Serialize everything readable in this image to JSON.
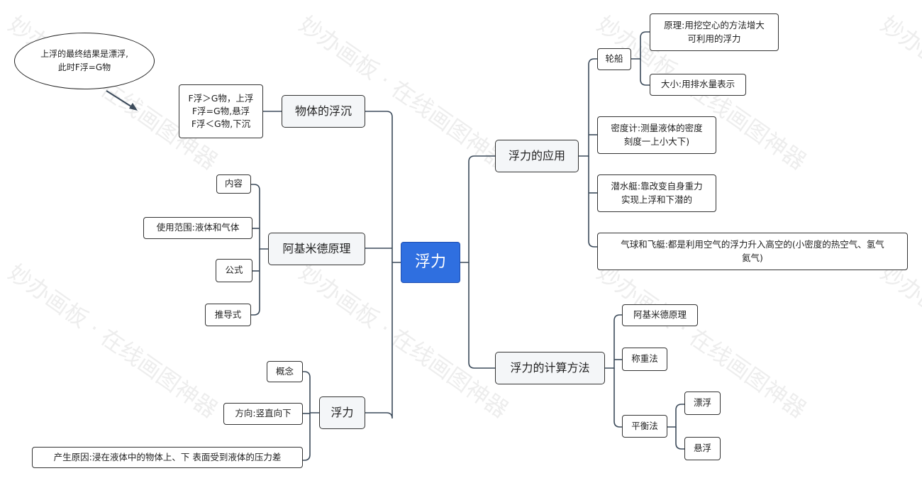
{
  "watermark": "妙办画板 · 在线画图神器",
  "root": "浮力",
  "callout": "上浮的最终结果是漂浮,\n此时F浮=G物",
  "left": {
    "sink_float": {
      "title": "物体的浮沉",
      "detail": "F浮＞G物，上浮\nF浮=G物,悬浮\nF浮＜G物,下沉"
    },
    "archimedes": {
      "title": "阿基米德原理",
      "items": [
        "内容",
        "使用范围:液体和气体",
        "公式",
        "推导式"
      ]
    },
    "buoyancy": {
      "title": "浮力",
      "items": [
        "概念",
        "方向:竖直向下",
        "产生原因:浸在液体中的物体上、下 表面受到液体的压力差"
      ]
    }
  },
  "right": {
    "application": {
      "title": "浮力的应用",
      "ship": {
        "label": "轮船",
        "principle": "原理:用挖空心的方法增大\n可利用的浮力",
        "size": "大小:用排水量表示"
      },
      "hydrometer": "密度计:测量液体的密度\n刻度一上小大下)",
      "submarine": "潜水艇:靠改变自身重力\n实现上浮和下潜的",
      "balloon": "气球和飞艇:都是利用空气的浮力升入高空的(小密度的热空气、氢气\n氦气)"
    },
    "calculation": {
      "title": "浮力的计算方法",
      "archimedes": "阿基米德原理",
      "weighing": "称重法",
      "balance": {
        "label": "平衡法",
        "items": [
          "漂浮",
          "悬浮"
        ]
      }
    }
  }
}
